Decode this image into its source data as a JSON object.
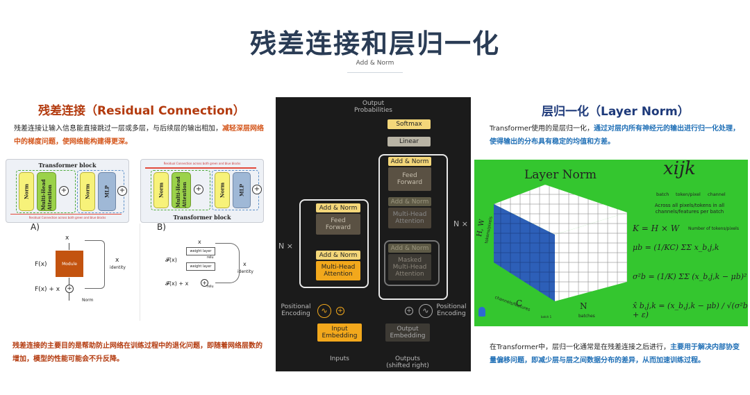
{
  "header": {
    "title": "残差连接和层归一化",
    "subtitle": "Add & Norm"
  },
  "left": {
    "title": "残差连接（Residual Connection）",
    "intro_plain": "残差连接让输入信息能直接跳过一层或多层，与后续层的输出相加，",
    "intro_highlight": "减轻深层网络中的梯度问题，使网络能构建得更深。",
    "figA": {
      "block_title": "Transformer block",
      "footnote": "Residual Connection across both green and blue blocks",
      "label": "A)",
      "boxes": [
        "Norm",
        "Multi-Head Attention",
        "Norm",
        "MLP"
      ]
    },
    "figB": {
      "block_title": "Transformer block",
      "caption": "Residual Connection across both green and blue blocks",
      "label": "B)",
      "boxes": [
        "Norm",
        "Multi-Head Attention",
        "Norm",
        "MLP"
      ]
    },
    "moduleA": {
      "x": "x",
      "fx": "F(x)",
      "module": "Module",
      "identity_x": "x",
      "identity": "identity",
      "sum": "F(x) + x",
      "norm": "Norm"
    },
    "moduleB": {
      "x": "x",
      "fx": "𝓕(x)",
      "w1": "weight layer",
      "relu1": "relu",
      "w2": "weight layer",
      "sum": "𝓕(x) + x",
      "relu2": "relu",
      "identity_x": "x",
      "identity": "identity"
    },
    "bottom_text": "残差连接的主要目的是帮助防止网络在训练过程中的退化问题，即随着网络层数的增加，模型的性能可能会不升反降。"
  },
  "arch": {
    "output_probs": "Output\nProbabilities",
    "softmax": "Softmax",
    "linear": "Linear",
    "add_norm": "Add & Norm",
    "feed_forward": "Feed\nForward",
    "mha": "Multi-Head\nAttention",
    "masked_mha": "Masked\nMulti-Head\nAttention",
    "nx": "N ×",
    "pos_enc": "Positional\nEncoding",
    "input_emb": "Input\nEmbedding",
    "output_emb": "Output\nEmbedding",
    "inputs": "Inputs",
    "outputs": "Outputs\n(shifted right)"
  },
  "right": {
    "title": "层归一化（Layer Norm）",
    "intro_plain": "Transformer使用的是层归一化，",
    "intro_highlight": "通过对层内所有神经元的输出进行归一化处理，使得输出的分布具有稳定的均值和方差。",
    "img": {
      "title": "Layer Norm",
      "xijk": "xijk",
      "batch": "batch",
      "token": "token/pixel",
      "channel": "channel",
      "across": "Across all pixels/tokens in all channels/features per batch",
      "k_eq": "K = H × W",
      "k_note": "Number of tokens/pixels",
      "mu": "μb = (1/KC) ΣΣ x_b,j,k",
      "sigma": "σ²b = (1/K) ΣΣ (x_b,j,k − μb)²",
      "xhat": "x̂ b,j,k = (x_b,j,k − μb) / √(σ²b + ε)",
      "hw": "H, W",
      "tokens": "tokens/pixels",
      "c": "C",
      "cf": "channels/features",
      "n": "N",
      "batches": "batches",
      "batch1": "batch 1"
    },
    "bottom_plain": "在Transformer中，层归一化通常是在残差连接之后进行，",
    "bottom_highlight": "主要用于解决内部协变量偏移问题，即减少层与层之间数据分布的差异，从而加速训练过程。"
  }
}
